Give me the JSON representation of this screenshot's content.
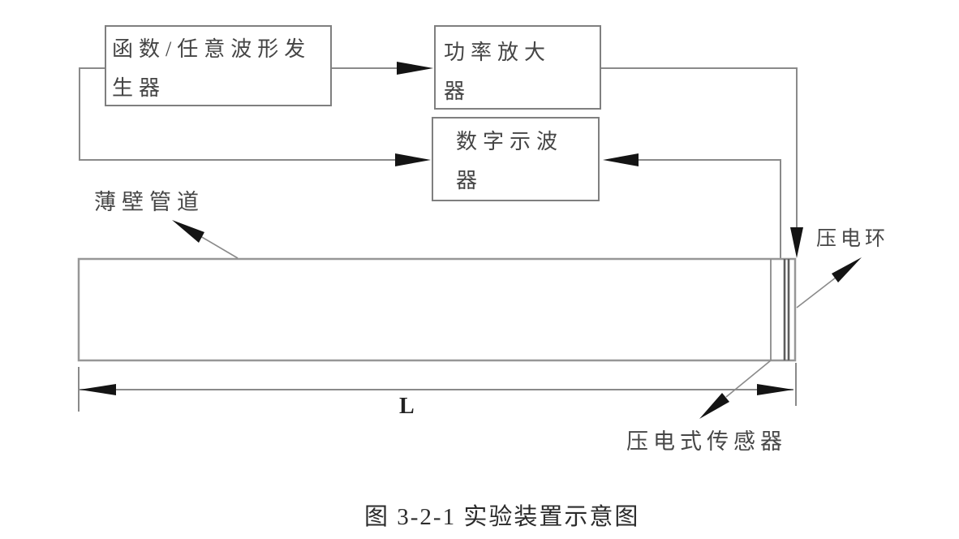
{
  "figure": {
    "boxes": {
      "generator": {
        "lines": [
          "函数/任意波形发",
          "生器"
        ]
      },
      "amplifier": {
        "lines": [
          "功率放大",
          "器"
        ]
      },
      "oscilloscope": {
        "lines": [
          "数字示波",
          "器"
        ]
      }
    },
    "labels": {
      "pipe": "薄壁管道",
      "piezo_ring": "压电环",
      "piezo_sensor": "压电式传感器",
      "length_dimension": "L"
    },
    "caption": "图 3-2-1 实验装置示意图",
    "connections": [
      {
        "from": "generator",
        "to": "amplifier",
        "style": "arrow"
      },
      {
        "from": "generator",
        "to": "oscilloscope",
        "style": "arrow"
      },
      {
        "from": "amplifier",
        "to": "piezo-ring-on-pipe",
        "style": "arrow"
      },
      {
        "from": "piezo-sensor-on-pipe",
        "to": "oscilloscope",
        "style": "arrow"
      }
    ],
    "colors": {
      "background": "#ffffff",
      "line": "#8a8a8a",
      "box_border": "#7f7f7f",
      "piezo_band": "#5d5d5d",
      "arrowhead": "#141414",
      "text": "#454545"
    }
  }
}
